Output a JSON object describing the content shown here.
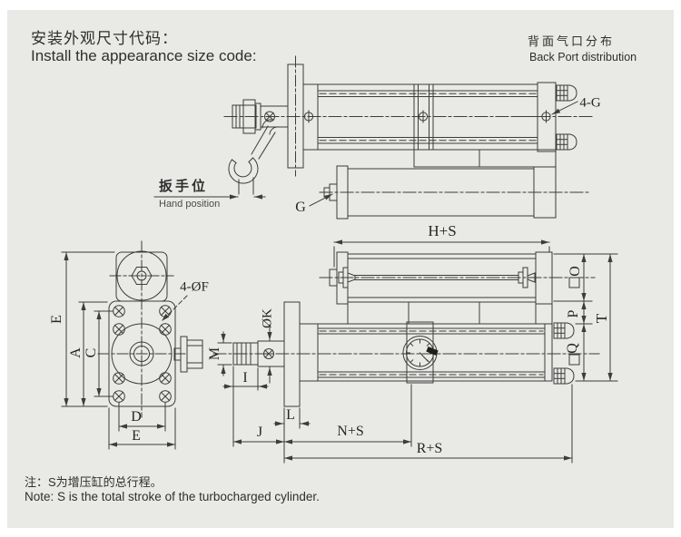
{
  "header": {
    "title_zh": "安装外观尺寸代码：",
    "title_en": "Install the appearance size code:"
  },
  "back_port": {
    "zh": "背面气口分布",
    "en": "Back Port distribution"
  },
  "hand_position": {
    "zh": "扳手位",
    "en": "Hand position"
  },
  "note": {
    "zh": "注：S为增压缸的总行程。",
    "en": "Note: S is the total stroke of the turbocharged cylinder."
  },
  "dim_labels": {
    "four_g": "4-G",
    "g": "G",
    "h_s": "H+S",
    "e_side": "E",
    "a": "A",
    "c": "C",
    "d": "D",
    "e_bottom": "E",
    "four_of": "4-ØF",
    "ok": "ØK",
    "m": "M",
    "i": "I",
    "l": "L",
    "j": "J",
    "n_s": "N+S",
    "r_s": "R+S",
    "o": "O",
    "p": "P",
    "q": "Q",
    "t": "T"
  },
  "colors": {
    "canvas": "#e9e9e6",
    "frame": "#ffffff",
    "line": "#3c3c3c",
    "text": "#2f2f2f"
  }
}
